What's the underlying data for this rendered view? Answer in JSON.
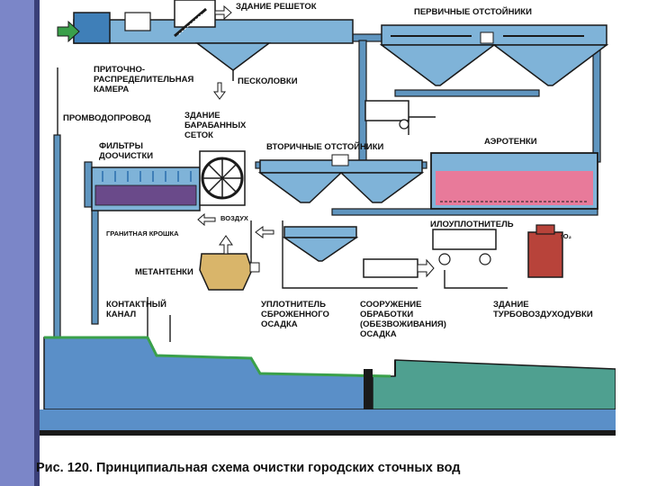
{
  "labels": {
    "building_screens": "ЗДАНИЕ РЕШЕТОК",
    "primary_settlers": "ПЕРВИЧНЫЕ ОТСТОЙНИКИ",
    "inlet_chamber": "ПРИТОЧНО-\nРАСПРЕДЕЛИТЕЛЬНАЯ\nКАМЕРА",
    "sand_traps": "ПЕСКОЛОВКИ",
    "industrial_pipeline": "ПРОМВОДОПРОВОД",
    "drum_screens_building": "ЗДАНИЕ\nБАРАБАННЫХ\nСЕТОК",
    "post_filters": "ФИЛЬТРЫ\nДООЧИСТКИ",
    "secondary_settlers": "ВТОРИЧНЫЕ ОТСТОЙНИКИ",
    "aerotanks": "АЭРОТЕНКИ",
    "air": "ВОЗДУХ",
    "granite_chips": "ГРАНИТНАЯ КРОШКА",
    "sludge_thickener": "ИЛОУПЛОТНИТЕЛЬ",
    "o2": "↑O₂",
    "methane_tanks": "МЕТАНТЕНКИ",
    "contact_channel": "КОНТАКТНЫЙ\nКАНАЛ",
    "fermented_sludge_thickener": "УПЛОТНИТЕЛЬ\nСБРОЖЕННОГО\nОСАДКА",
    "sludge_treatment": "СООРУЖЕНИЕ\nОБРАБОТКИ\n(ОБЕЗВОЖИВАНИЯ)\nОСАДКА",
    "turbo_blower_building": "ЗДАНИЕ\nТУРБОВОЗДУХОДУВКИ"
  },
  "caption": "Рис. 120. Принципиальная схема очистки городских сточных вод",
  "colors": {
    "water": "#7fb3d8",
    "water_dark": "#3f7fb8",
    "pipe": "#5f95bf",
    "line": "#1a1a1a",
    "green_arrow": "#3aa04a",
    "filter_media": "#6a4a8a",
    "aerotank_fill": "#e87a9a",
    "methane": "#d9b56a",
    "blower": "#b8433a",
    "river": "#5a8fc8",
    "river_green": "#4fa090"
  }
}
